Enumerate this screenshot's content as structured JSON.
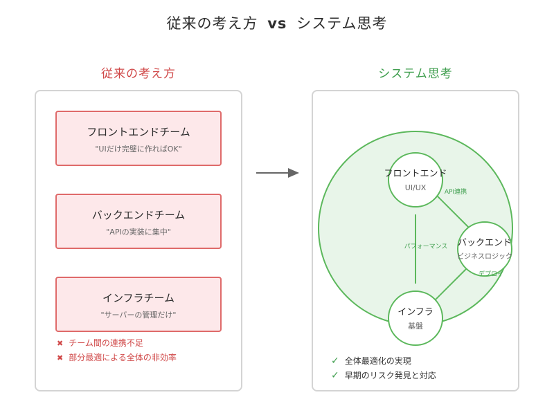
{
  "title": {
    "left": "従来の考え方",
    "vs": "vs",
    "right": "システム思考"
  },
  "left_panel": {
    "title": "従来の考え方",
    "teams": [
      {
        "name": "フロントエンドチーム",
        "desc": "\"UIだけ完璧に作ればOK\""
      },
      {
        "name": "バックエンドチーム",
        "desc": "\"APIの実装に集中\""
      },
      {
        "name": "インフラチーム",
        "desc": "\"サーバーの管理だけ\""
      }
    ],
    "problems": [
      {
        "icon": "✖",
        "text": "チーム間の連携不足"
      },
      {
        "icon": "✖",
        "text": "部分最適による全体の非効率"
      }
    ]
  },
  "arrow": {
    "icon": "right-arrow-icon"
  },
  "right_panel": {
    "title": "システム思考",
    "nodes": {
      "frontend": {
        "name": "フロントエンド",
        "sub": "UI/UX"
      },
      "backend": {
        "name": "バックエンド",
        "sub": "ビジネスロジック"
      },
      "infra": {
        "name": "インフラ",
        "sub": "基盤"
      }
    },
    "links": {
      "front_back": "API連携",
      "back_infra": "デプロイ",
      "front_infra": "パフォーマンス"
    },
    "benefits": [
      {
        "icon": "✓",
        "text": "全体最適化の実現"
      },
      {
        "icon": "✓",
        "text": "早期のリスク発見と対応"
      }
    ]
  },
  "colors": {
    "red": "#d04848",
    "red_fill": "#fde8ea",
    "green": "#5cb85c",
    "green_fill": "#e8f5e9",
    "green_text": "#3f9e4e",
    "panel_border": "#d4d4d4"
  }
}
